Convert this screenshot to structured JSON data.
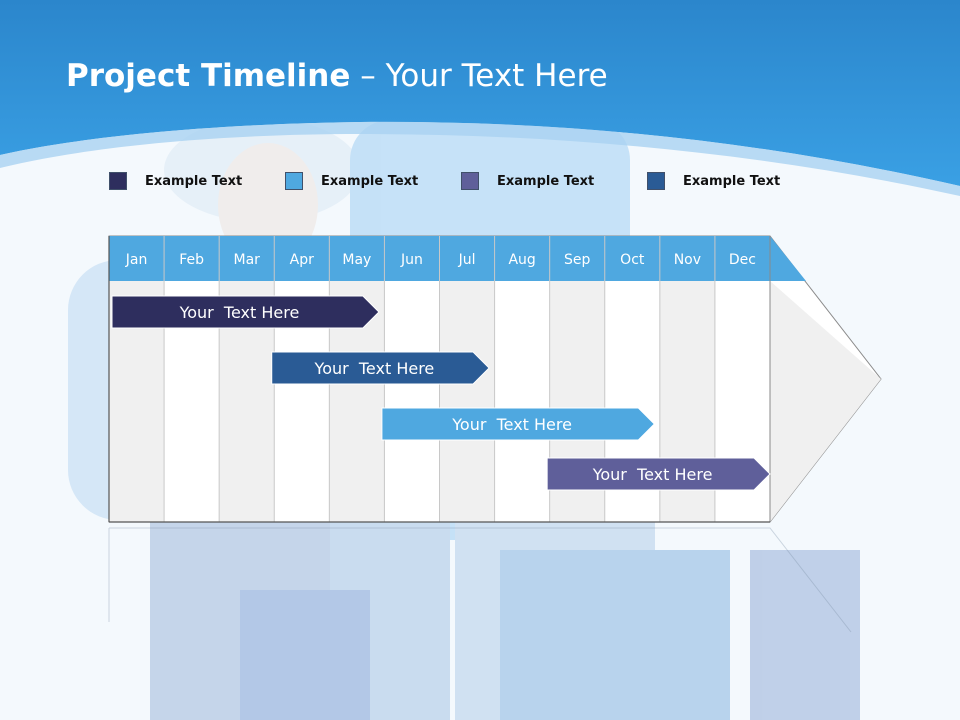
{
  "title": {
    "bold": "Project Timeline",
    "rest": " – Your Text Here"
  },
  "legend": [
    {
      "label": "Example Text",
      "color": "#2e2e5e"
    },
    {
      "label": "Example Text",
      "color": "#4fa8e0"
    },
    {
      "label": "Example Text",
      "color": "#5f5f9a"
    },
    {
      "label": "Example Text",
      "color": "#2a5b95"
    }
  ],
  "colors": {
    "header_band": "#2f8fd8",
    "month_header": "#4fa8e0",
    "column_shade": "#f0f0f0",
    "column_plain": "#ffffff",
    "grid_line": "#c8c8c8"
  },
  "chart_data": {
    "type": "gantt",
    "months": [
      "Jan",
      "Feb",
      "Mar",
      "Apr",
      "May",
      "Jun",
      "Jul",
      "Aug",
      "Sep",
      "Oct",
      "Nov",
      "Dec"
    ],
    "tasks": [
      {
        "label": "Your  Text Here",
        "start": 1.0,
        "end": 4.9,
        "color": "#2e2e5e"
      },
      {
        "label": "Your  Text Here",
        "start": 3.9,
        "end": 6.9,
        "color": "#2a5b95"
      },
      {
        "label": "Your  Text Here",
        "start": 5.9,
        "end": 9.9,
        "color": "#4fa8e0"
      },
      {
        "label": "Your  Text Here",
        "start": 8.9,
        "end": 12.0,
        "color": "#5f5f9a"
      }
    ]
  }
}
